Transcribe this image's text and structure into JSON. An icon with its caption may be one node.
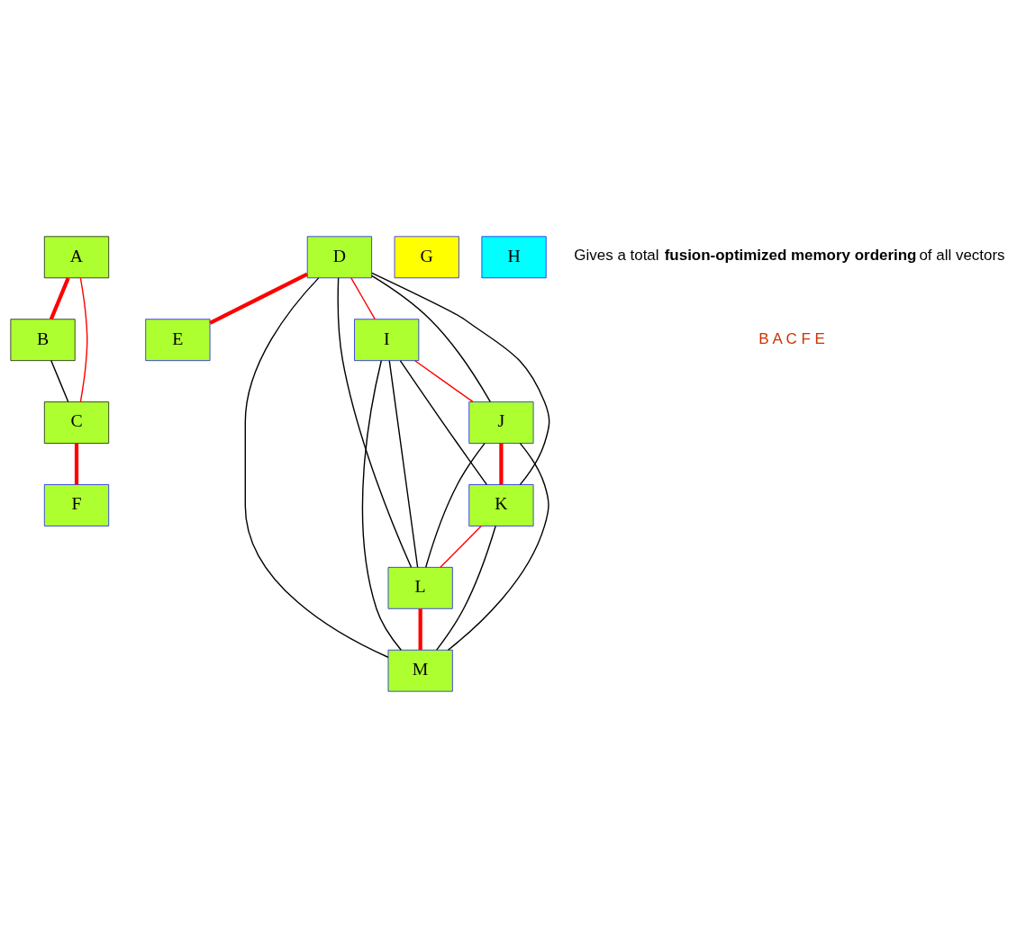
{
  "diagram": {
    "nodes": [
      {
        "text": [
          "A"
        ]
      },
      {
        "text": [
          "B"
        ]
      },
      {
        "text": [
          "C"
        ]
      },
      {
        "text": [
          "D"
        ]
      },
      {
        "text": [
          "E"
        ]
      },
      {
        "text": [
          "F"
        ]
      },
      {
        "text": [
          "G"
        ]
      },
      {
        "text": [
          "H"
        ]
      },
      {
        "text": [
          "I"
        ]
      },
      {
        "text": [
          "J"
        ]
      },
      {
        "text": [
          "K"
        ]
      },
      {
        "text": [
          "L"
        ]
      },
      {
        "text": [
          "M"
        ]
      }
    ],
    "edges": [
      {
        "from": 0,
        "to": 1,
        "arrow": "none",
        "style": "thick",
        "color": "#ff0000"
      },
      {
        "from": 0,
        "to": 2,
        "arrow": "none",
        "color": "#ff0000"
      },
      {
        "from": 1,
        "to": 2,
        "arrow": "none"
      },
      {
        "from": 2,
        "to": 5,
        "arrow": "none",
        "style": "thick",
        "color": "#ff0000"
      },
      {
        "from": 3,
        "to": 4,
        "arrow": "none",
        "style": "thick",
        "color": "#ff0000"
      },
      {
        "from": 3,
        "to": 8,
        "arrow": "none",
        "color": "#ff0000"
      },
      {
        "from": 3,
        "to": 9,
        "arrow": "none"
      },
      {
        "from": 3,
        "to": 10,
        "arrow": "none"
      },
      {
        "from": 3,
        "to": 11,
        "arrow": "none"
      },
      {
        "from": 3,
        "to": 12,
        "arrow": "none"
      },
      {
        "from": 8,
        "to": 9,
        "arrow": "none",
        "color": "#ff0000"
      },
      {
        "from": 8,
        "to": 10,
        "arrow": "none"
      },
      {
        "from": 8,
        "to": 11,
        "arrow": "none"
      },
      {
        "from": 8,
        "to": 12,
        "arrow": "none"
      },
      {
        "from": 9,
        "to": 10,
        "arrow": "none",
        "style": "thick",
        "color": "#ff0000"
      },
      {
        "from": 9,
        "to": 11,
        "arrow": "none"
      },
      {
        "from": 9,
        "to": 12,
        "arrow": "none"
      },
      {
        "from": 10,
        "to": 11,
        "arrow": "none",
        "color": "#ff0000"
      },
      {
        "from": 10,
        "to": 12,
        "arrow": "none"
      },
      {
        "from": 11,
        "to": 12,
        "arrow": "none",
        "style": "thick",
        "color": "#ff0000"
      }
    ],
    "labels": [
      "Gives a total **fusion-optimized memory ordering** of all vectors",
      "B A C F E"
    ]
  }
}
